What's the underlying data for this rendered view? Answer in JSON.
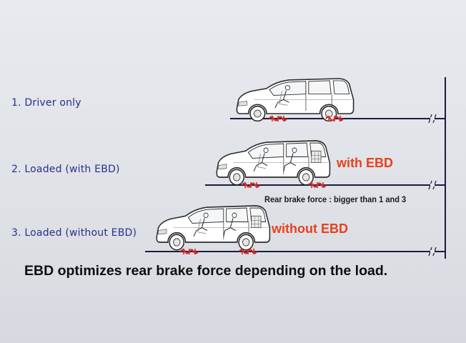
{
  "rows": [
    {
      "label": "1. Driver only"
    },
    {
      "label": "2. Loaded (with EBD)"
    },
    {
      "label": "3. Loaded (without EBD)"
    }
  ],
  "tags": {
    "with_ebd": "with EBD",
    "without_ebd": "without EBD"
  },
  "note": "Rear brake force : bigger than 1 and 3",
  "summary": "EBD optimizes rear brake force depending on the load.",
  "colors": {
    "label_text": "#27318a",
    "tag_text": "#e8401d",
    "brake_force": "#d42a2a",
    "ground_line": "#1c1c3a"
  },
  "icons": [
    "minivan-icon",
    "driver-icon",
    "passenger-icon",
    "cargo-load-icon",
    "brake-force-icon",
    "break-symbol-icon"
  ]
}
